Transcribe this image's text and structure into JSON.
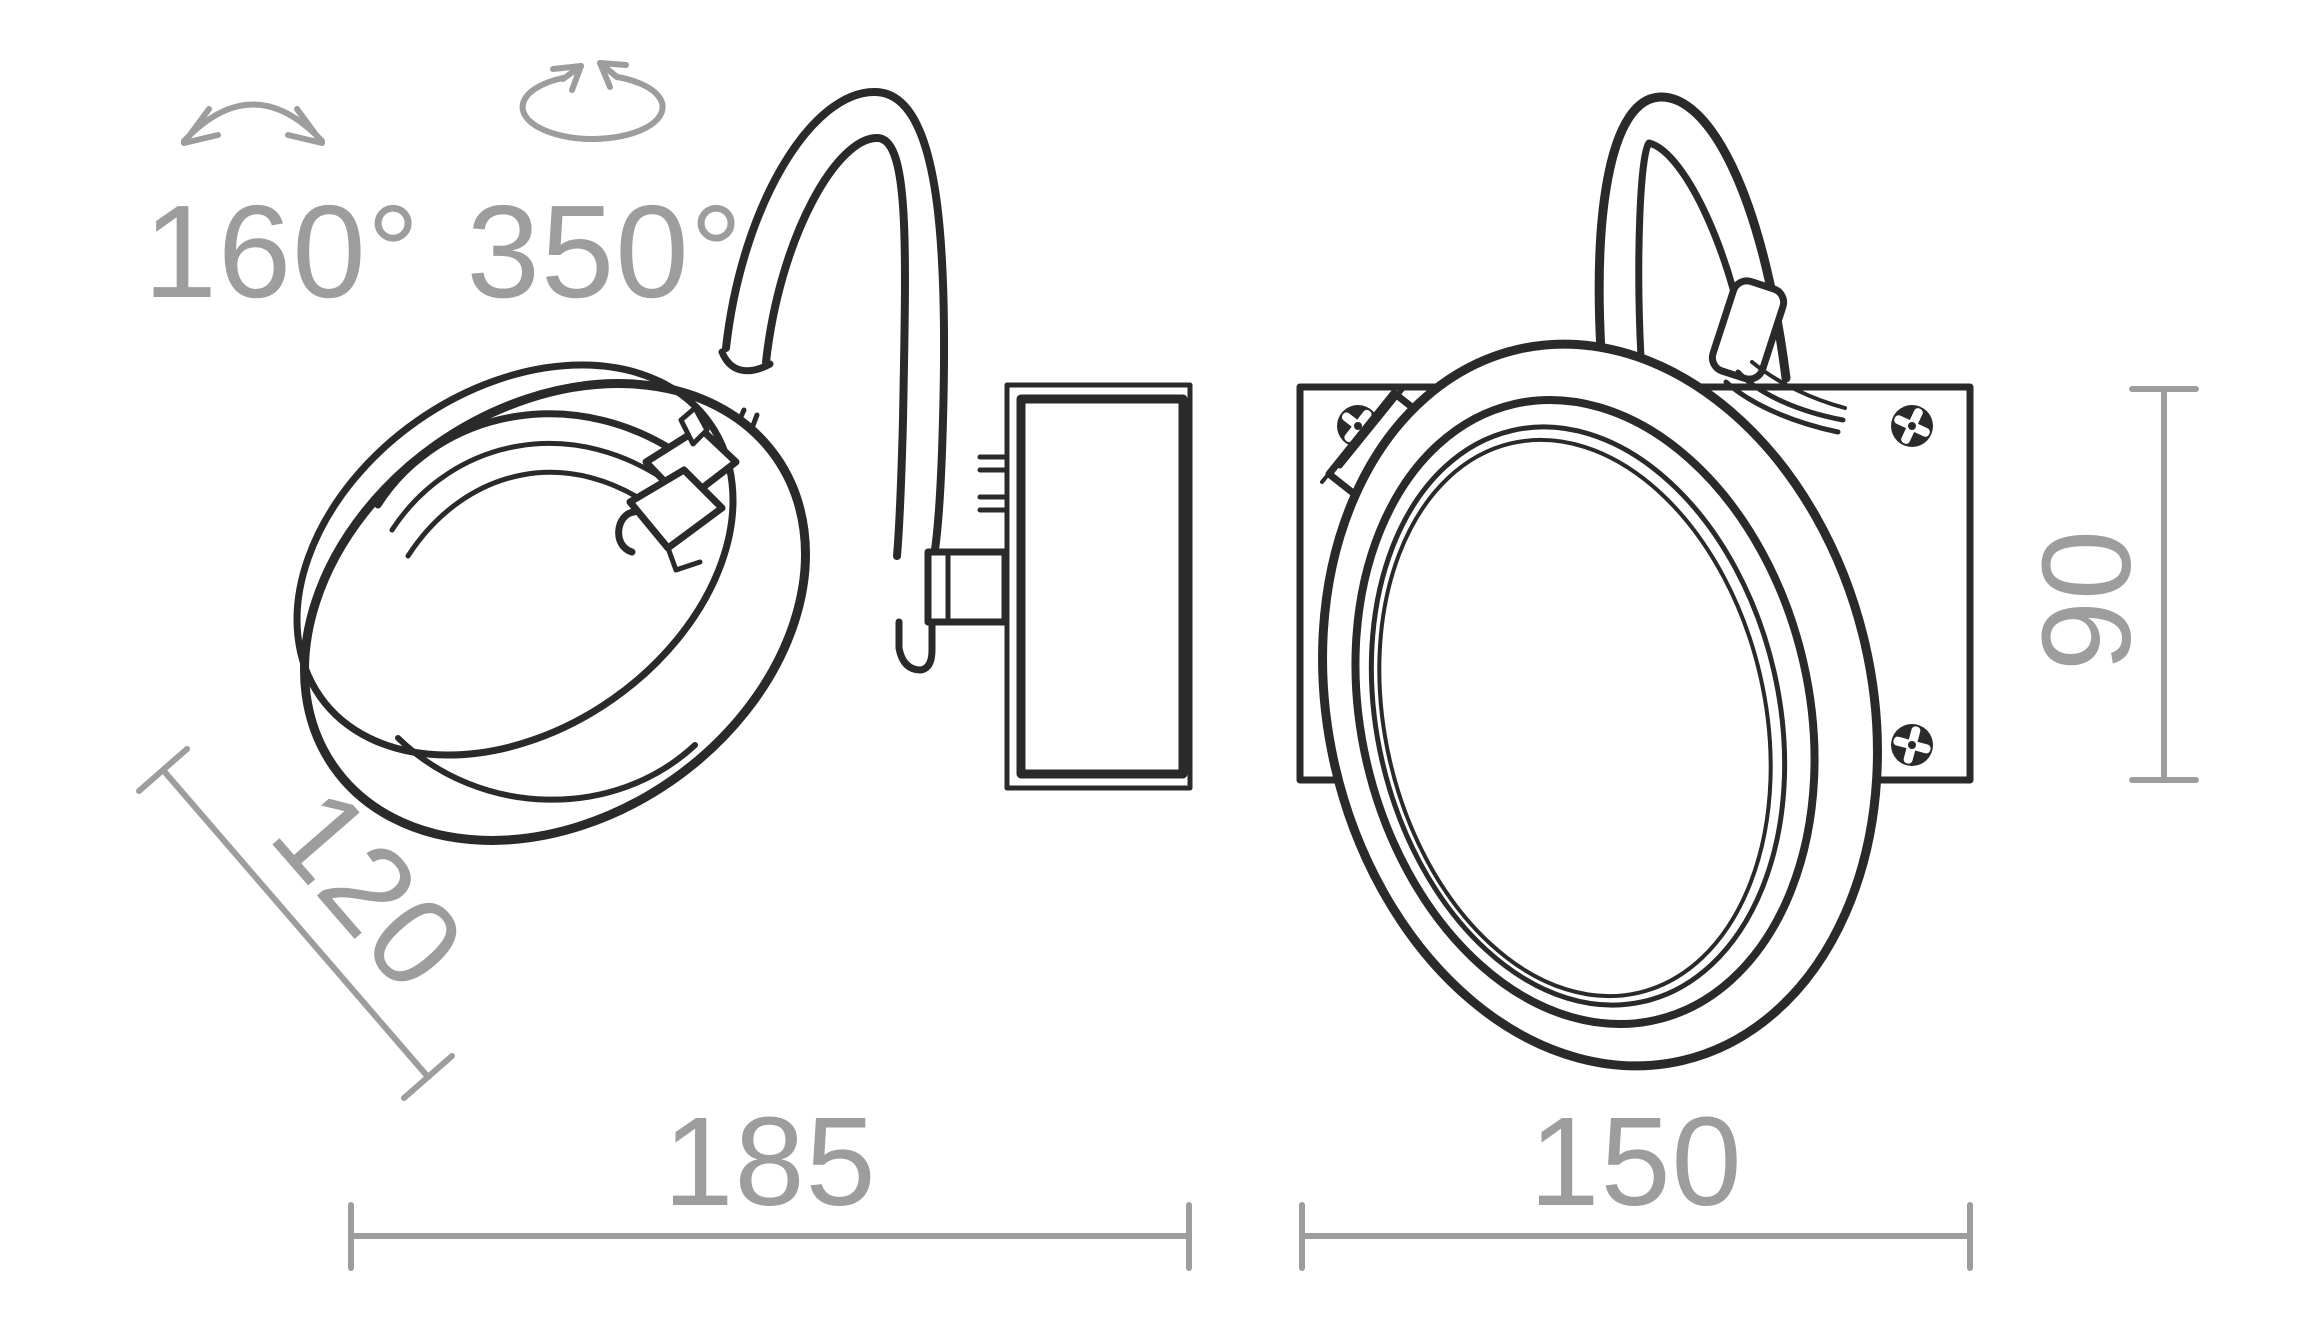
{
  "drawing": {
    "title": "spotlight-dimension-drawing",
    "colors": {
      "line": "#2b2a29",
      "dimension": "#9d9d9c",
      "background": "#ffffff"
    },
    "rotation": {
      "tilt_angle": "160°",
      "swivel_angle": "350°"
    },
    "dimensions": {
      "head_diameter": "120",
      "side_depth": "185",
      "plate_width": "150",
      "plate_height": "90"
    }
  }
}
